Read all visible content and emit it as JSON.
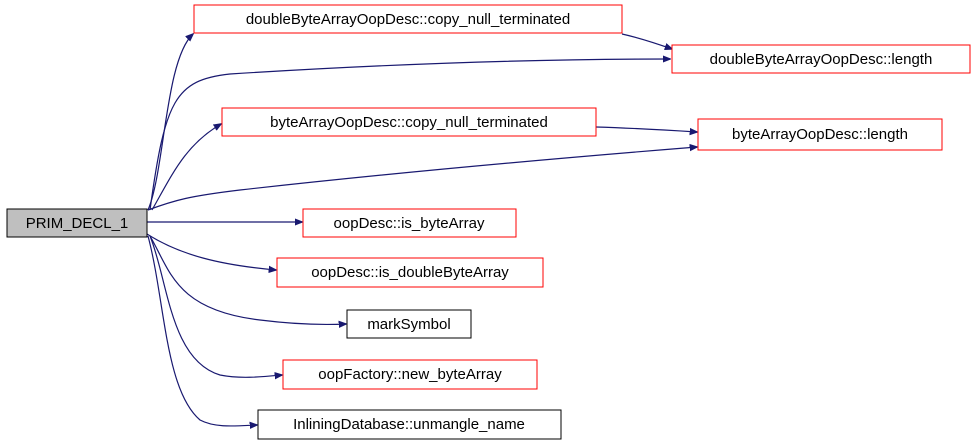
{
  "graph": {
    "colors": {
      "edge": "#191970",
      "node_border_linked": "#ff0000",
      "node_border_plain": "#000000",
      "root_fill": "#bfbfbf",
      "node_fill": "#ffffff"
    },
    "nodes": [
      {
        "id": "root",
        "label": "PRIM_DECL_1",
        "border": "black",
        "root": true
      },
      {
        "id": "dba_copy",
        "label": "doubleByteArrayOopDesc::copy_null_terminated",
        "border": "red"
      },
      {
        "id": "dba_length",
        "label": "doubleByteArrayOopDesc::length",
        "border": "red"
      },
      {
        "id": "ba_copy",
        "label": "byteArrayOopDesc::copy_null_terminated",
        "border": "red"
      },
      {
        "id": "ba_length",
        "label": "byteArrayOopDesc::length",
        "border": "red"
      },
      {
        "id": "is_bytearray",
        "label": "oopDesc::is_byteArray",
        "border": "red"
      },
      {
        "id": "is_dbytearray",
        "label": "oopDesc::is_doubleByteArray",
        "border": "red"
      },
      {
        "id": "marksymbol",
        "label": "markSymbol",
        "border": "black"
      },
      {
        "id": "new_bytearray",
        "label": "oopFactory::new_byteArray",
        "border": "red"
      },
      {
        "id": "unmangle",
        "label": "InliningDatabase::unmangle_name",
        "border": "black"
      }
    ],
    "edges": [
      {
        "from": "root",
        "to": "dba_copy"
      },
      {
        "from": "root",
        "to": "dba_length"
      },
      {
        "from": "dba_copy",
        "to": "dba_length"
      },
      {
        "from": "root",
        "to": "ba_copy"
      },
      {
        "from": "root",
        "to": "ba_length"
      },
      {
        "from": "ba_copy",
        "to": "ba_length"
      },
      {
        "from": "root",
        "to": "is_bytearray"
      },
      {
        "from": "root",
        "to": "is_dbytearray"
      },
      {
        "from": "root",
        "to": "marksymbol"
      },
      {
        "from": "root",
        "to": "new_bytearray"
      },
      {
        "from": "root",
        "to": "unmangle"
      }
    ]
  }
}
